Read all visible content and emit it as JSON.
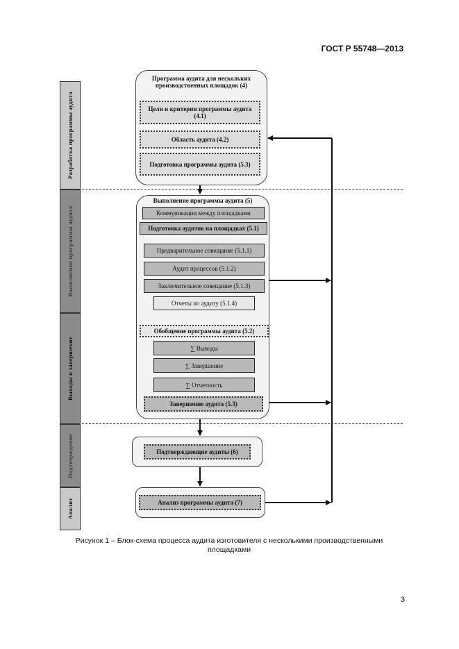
{
  "header": {
    "standard": "ГОСТ Р 55748—2013"
  },
  "sidebar": {
    "phase1": "Разработка программы аудита",
    "phase2": "Выполнение программы аудита",
    "phase3": "Выводы и завершение",
    "phase4": "Подтверждение",
    "phase5": "Анализ"
  },
  "block1": {
    "title": "Программа аудита для нескольких производственных площадок (4)",
    "items": [
      "Цели и критерии программы аудита (4.1)",
      "Область аудита (4.2)",
      "Подготовка программы аудита (5.3)"
    ]
  },
  "block2": {
    "title": "Выполнение программы аудита (5)",
    "communications": "Коммуникации между площадками",
    "prep_title": "Подготовка аудитов на площадках (5.1)",
    "steps": [
      "Предварительное совещание (5.1.1)",
      "Аудит процессов (5.1.2)",
      "Заключительное совещание (5.1.3)",
      "Отчеты по аудиту (5.1.4)"
    ],
    "summary_title": "Обобщение программы аудита (5.2)",
    "summary_items": [
      "∑ Выводы",
      "∑ Завершение",
      "∑ Отчетность"
    ],
    "completion": "Завершение аудита (5.3)"
  },
  "block3": {
    "label": "Подтверждающие аудиты (6)"
  },
  "block4": {
    "label": "Анализ программы аудита (7)"
  },
  "caption": {
    "line1": "Рисунок 1 – Блок-схема процесса аудита изготовителя с несколькими производственными",
    "line2": "площадками"
  },
  "page_number": "3"
}
